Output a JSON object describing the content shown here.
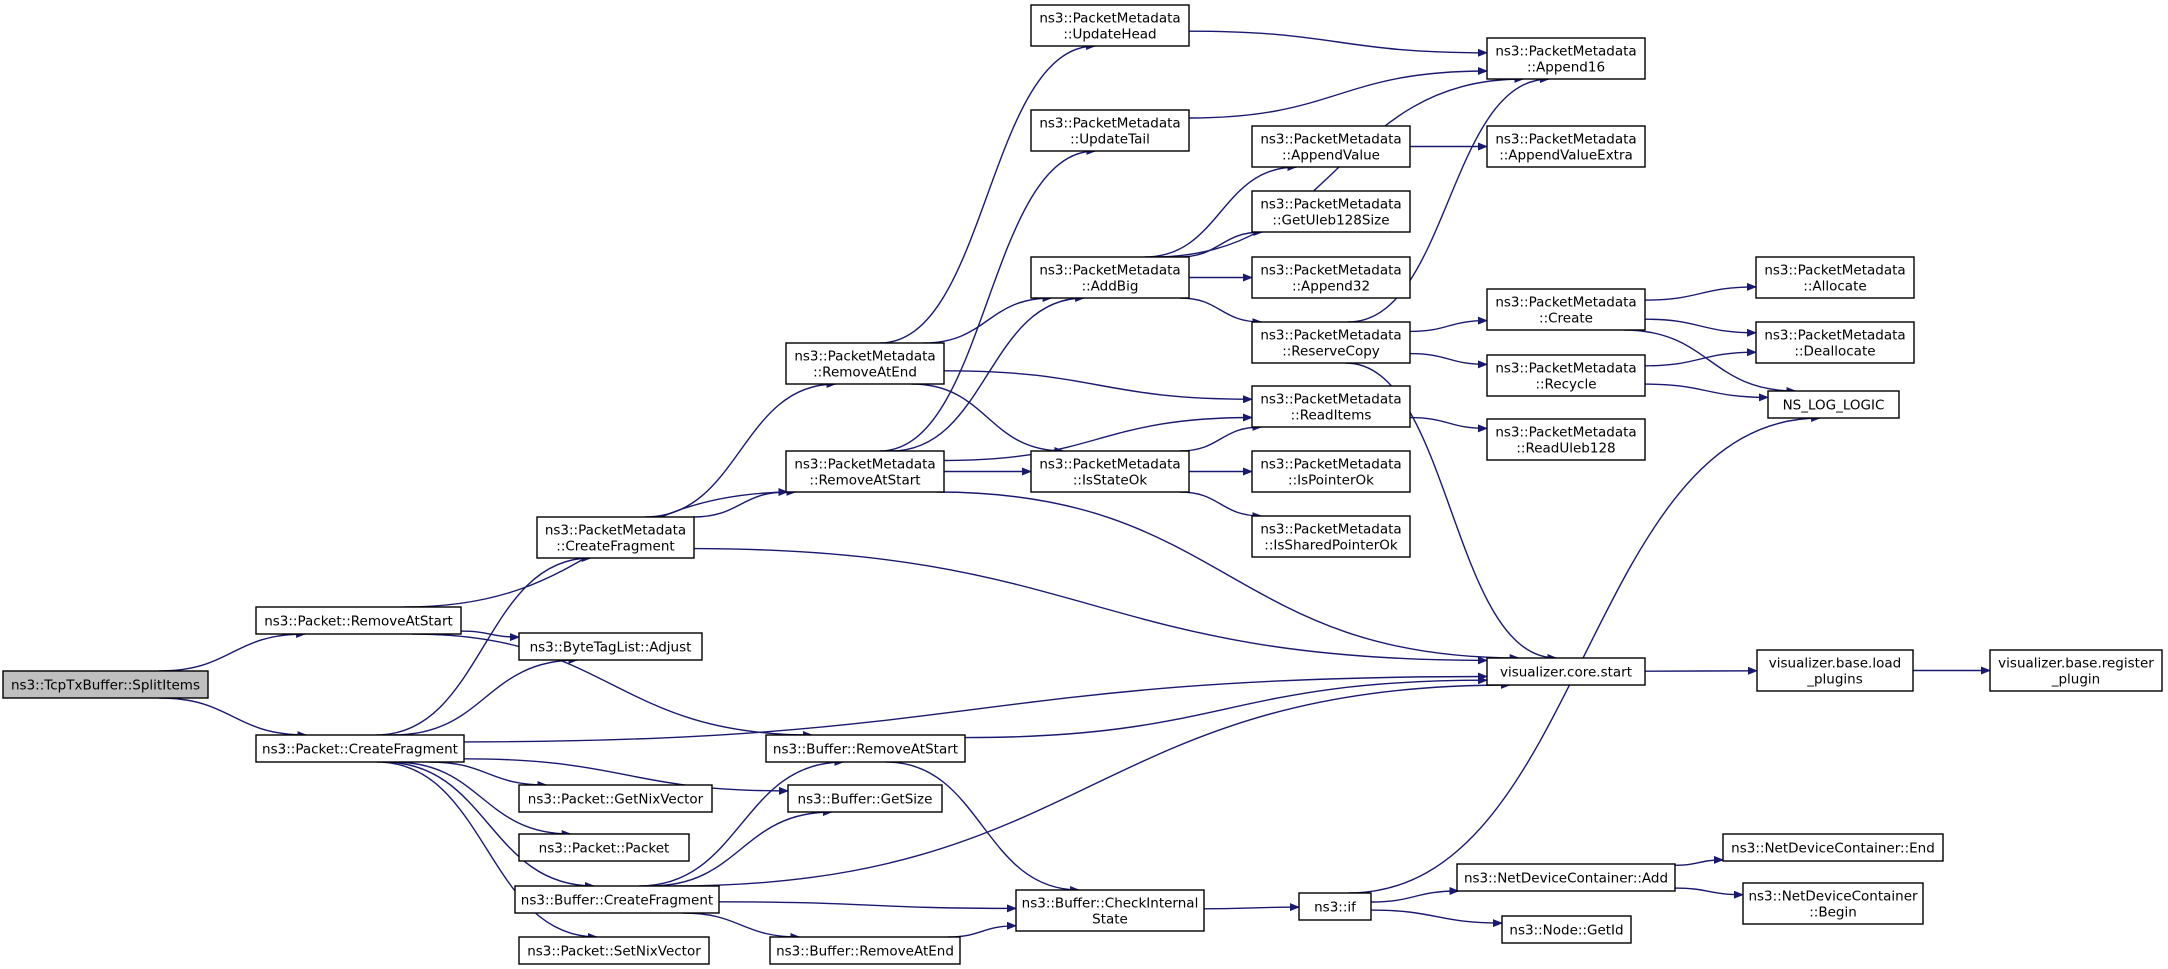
{
  "graph": {
    "arrow_color": "#191970",
    "root_fill": "#bfbfbf",
    "nodes": [
      {
        "id": "split_items",
        "lines": [
          "ns3::TcpTxBuffer::SplitItems"
        ],
        "root": true
      },
      {
        "id": "packet_remove_at_start",
        "lines": [
          "ns3::Packet::RemoveAtStart"
        ]
      },
      {
        "id": "packet_create_fragment",
        "lines": [
          "ns3::Packet::CreateFragment"
        ]
      },
      {
        "id": "pm_create_fragment",
        "lines": [
          "ns3::PacketMetadata",
          "::CreateFragment"
        ]
      },
      {
        "id": "bytetaglist_adjust",
        "lines": [
          "ns3::ByteTagList::Adjust"
        ]
      },
      {
        "id": "packet_get_nix_vector",
        "lines": [
          "ns3::Packet::GetNixVector"
        ]
      },
      {
        "id": "packet_packet",
        "lines": [
          "ns3::Packet::Packet"
        ]
      },
      {
        "id": "buffer_create_fragment",
        "lines": [
          "ns3::Buffer::CreateFragment"
        ]
      },
      {
        "id": "packet_set_nix_vector",
        "lines": [
          "ns3::Packet::SetNixVector"
        ]
      },
      {
        "id": "pm_remove_at_end",
        "lines": [
          "ns3::PacketMetadata",
          "::RemoveAtEnd"
        ]
      },
      {
        "id": "pm_remove_at_start",
        "lines": [
          "ns3::PacketMetadata",
          "::RemoveAtStart"
        ]
      },
      {
        "id": "buffer_remove_at_start",
        "lines": [
          "ns3::Buffer::RemoveAtStart"
        ]
      },
      {
        "id": "buffer_get_size",
        "lines": [
          "ns3::Buffer::GetSize"
        ]
      },
      {
        "id": "buffer_remove_at_end",
        "lines": [
          "ns3::Buffer::RemoveAtEnd"
        ]
      },
      {
        "id": "pm_update_head",
        "lines": [
          "ns3::PacketMetadata",
          "::UpdateHead"
        ]
      },
      {
        "id": "pm_update_tail",
        "lines": [
          "ns3::PacketMetadata",
          "::UpdateTail"
        ]
      },
      {
        "id": "pm_add_big",
        "lines": [
          "ns3::PacketMetadata",
          "::AddBig"
        ]
      },
      {
        "id": "pm_is_state_ok",
        "lines": [
          "ns3::PacketMetadata",
          "::IsStateOk"
        ]
      },
      {
        "id": "buffer_check_internal_state",
        "lines": [
          "ns3::Buffer::CheckInternal",
          "State"
        ]
      },
      {
        "id": "pm_append_value",
        "lines": [
          "ns3::PacketMetadata",
          "::AppendValue"
        ]
      },
      {
        "id": "pm_get_uleb128_size",
        "lines": [
          "ns3::PacketMetadata",
          "::GetUleb128Size"
        ]
      },
      {
        "id": "pm_append32",
        "lines": [
          "ns3::PacketMetadata",
          "::Append32"
        ]
      },
      {
        "id": "pm_reserve_copy",
        "lines": [
          "ns3::PacketMetadata",
          "::ReserveCopy"
        ]
      },
      {
        "id": "pm_read_items",
        "lines": [
          "ns3::PacketMetadata",
          "::ReadItems"
        ]
      },
      {
        "id": "pm_is_pointer_ok",
        "lines": [
          "ns3::PacketMetadata",
          "::IsPointerOk"
        ]
      },
      {
        "id": "pm_is_shared_pointer_ok",
        "lines": [
          "ns3::PacketMetadata",
          "::IsSharedPointerOk"
        ]
      },
      {
        "id": "ns3_if",
        "lines": [
          "ns3::if"
        ]
      },
      {
        "id": "pm_append16",
        "lines": [
          "ns3::PacketMetadata",
          "::Append16"
        ]
      },
      {
        "id": "pm_append_value_extra",
        "lines": [
          "ns3::PacketMetadata",
          "::AppendValueExtra"
        ]
      },
      {
        "id": "pm_create",
        "lines": [
          "ns3::PacketMetadata",
          "::Create"
        ]
      },
      {
        "id": "pm_recycle",
        "lines": [
          "ns3::PacketMetadata",
          "::Recycle"
        ]
      },
      {
        "id": "pm_read_uleb128",
        "lines": [
          "ns3::PacketMetadata",
          "::ReadUleb128"
        ]
      },
      {
        "id": "visualizer_core_start",
        "lines": [
          "visualizer.core.start"
        ]
      },
      {
        "id": "ndc_add",
        "lines": [
          "ns3::NetDeviceContainer::Add"
        ]
      },
      {
        "id": "node_get_id",
        "lines": [
          "ns3::Node::GetId"
        ]
      },
      {
        "id": "pm_allocate",
        "lines": [
          "ns3::PacketMetadata",
          "::Allocate"
        ]
      },
      {
        "id": "pm_deallocate",
        "lines": [
          "ns3::PacketMetadata",
          "::Deallocate"
        ]
      },
      {
        "id": "ns_log_logic",
        "lines": [
          "NS_LOG_LOGIC"
        ]
      },
      {
        "id": "visualizer_base_load_plugins",
        "lines": [
          "visualizer.base.load",
          "_plugins"
        ]
      },
      {
        "id": "ndc_end",
        "lines": [
          "ns3::NetDeviceContainer::End"
        ]
      },
      {
        "id": "ndc_begin",
        "lines": [
          "ns3::NetDeviceContainer",
          "::Begin"
        ]
      },
      {
        "id": "visualizer_base_register_plugin",
        "lines": [
          "visualizer.base.register",
          "_plugin"
        ]
      }
    ],
    "edges": [
      [
        "split_items",
        "packet_remove_at_start"
      ],
      [
        "split_items",
        "packet_create_fragment"
      ],
      [
        "packet_remove_at_start",
        "pm_remove_at_start"
      ],
      [
        "packet_remove_at_start",
        "bytetaglist_adjust"
      ],
      [
        "packet_remove_at_start",
        "buffer_remove_at_start"
      ],
      [
        "packet_create_fragment",
        "pm_create_fragment"
      ],
      [
        "packet_create_fragment",
        "bytetaglist_adjust"
      ],
      [
        "packet_create_fragment",
        "packet_get_nix_vector"
      ],
      [
        "packet_create_fragment",
        "packet_packet"
      ],
      [
        "packet_create_fragment",
        "buffer_create_fragment"
      ],
      [
        "packet_create_fragment",
        "packet_set_nix_vector"
      ],
      [
        "packet_create_fragment",
        "buffer_get_size"
      ],
      [
        "packet_create_fragment",
        "visualizer_core_start"
      ],
      [
        "pm_create_fragment",
        "pm_remove_at_end"
      ],
      [
        "pm_create_fragment",
        "pm_remove_at_start"
      ],
      [
        "pm_create_fragment",
        "visualizer_core_start"
      ],
      [
        "buffer_create_fragment",
        "buffer_remove_at_start"
      ],
      [
        "buffer_create_fragment",
        "buffer_get_size"
      ],
      [
        "buffer_create_fragment",
        "buffer_remove_at_end"
      ],
      [
        "buffer_create_fragment",
        "buffer_check_internal_state"
      ],
      [
        "buffer_create_fragment",
        "visualizer_core_start"
      ],
      [
        "pm_remove_at_end",
        "pm_update_head"
      ],
      [
        "pm_remove_at_end",
        "pm_add_big"
      ],
      [
        "pm_remove_at_end",
        "pm_is_state_ok"
      ],
      [
        "pm_remove_at_end",
        "pm_read_items"
      ],
      [
        "pm_remove_at_start",
        "pm_update_tail"
      ],
      [
        "pm_remove_at_start",
        "pm_add_big"
      ],
      [
        "pm_remove_at_start",
        "pm_is_state_ok"
      ],
      [
        "pm_remove_at_start",
        "pm_read_items"
      ],
      [
        "pm_remove_at_start",
        "visualizer_core_start"
      ],
      [
        "buffer_remove_at_start",
        "buffer_check_internal_state"
      ],
      [
        "buffer_remove_at_start",
        "visualizer_core_start"
      ],
      [
        "buffer_remove_at_end",
        "buffer_check_internal_state"
      ],
      [
        "pm_update_head",
        "pm_append16"
      ],
      [
        "pm_update_tail",
        "pm_append16"
      ],
      [
        "pm_add_big",
        "pm_append16"
      ],
      [
        "pm_add_big",
        "pm_append_value"
      ],
      [
        "pm_add_big",
        "pm_get_uleb128_size"
      ],
      [
        "pm_add_big",
        "pm_append32"
      ],
      [
        "pm_add_big",
        "pm_reserve_copy"
      ],
      [
        "pm_is_state_ok",
        "pm_read_items"
      ],
      [
        "pm_is_state_ok",
        "pm_is_pointer_ok"
      ],
      [
        "pm_is_state_ok",
        "pm_is_shared_pointer_ok"
      ],
      [
        "buffer_check_internal_state",
        "ns3_if"
      ],
      [
        "pm_append_value",
        "pm_append_value_extra"
      ],
      [
        "pm_reserve_copy",
        "pm_append16"
      ],
      [
        "pm_reserve_copy",
        "pm_create"
      ],
      [
        "pm_reserve_copy",
        "pm_recycle"
      ],
      [
        "pm_reserve_copy",
        "visualizer_core_start"
      ],
      [
        "pm_read_items",
        "pm_read_uleb128"
      ],
      [
        "ns3_if",
        "ns_log_logic"
      ],
      [
        "ns3_if",
        "ndc_add"
      ],
      [
        "ns3_if",
        "node_get_id"
      ],
      [
        "pm_create",
        "pm_allocate"
      ],
      [
        "pm_create",
        "pm_deallocate"
      ],
      [
        "pm_create",
        "ns_log_logic"
      ],
      [
        "pm_recycle",
        "pm_deallocate"
      ],
      [
        "pm_recycle",
        "ns_log_logic"
      ],
      [
        "visualizer_core_start",
        "visualizer_base_load_plugins"
      ],
      [
        "ndc_add",
        "ndc_end"
      ],
      [
        "ndc_add",
        "ndc_begin"
      ],
      [
        "visualizer_base_load_plugins",
        "visualizer_base_register_plugin"
      ]
    ]
  }
}
